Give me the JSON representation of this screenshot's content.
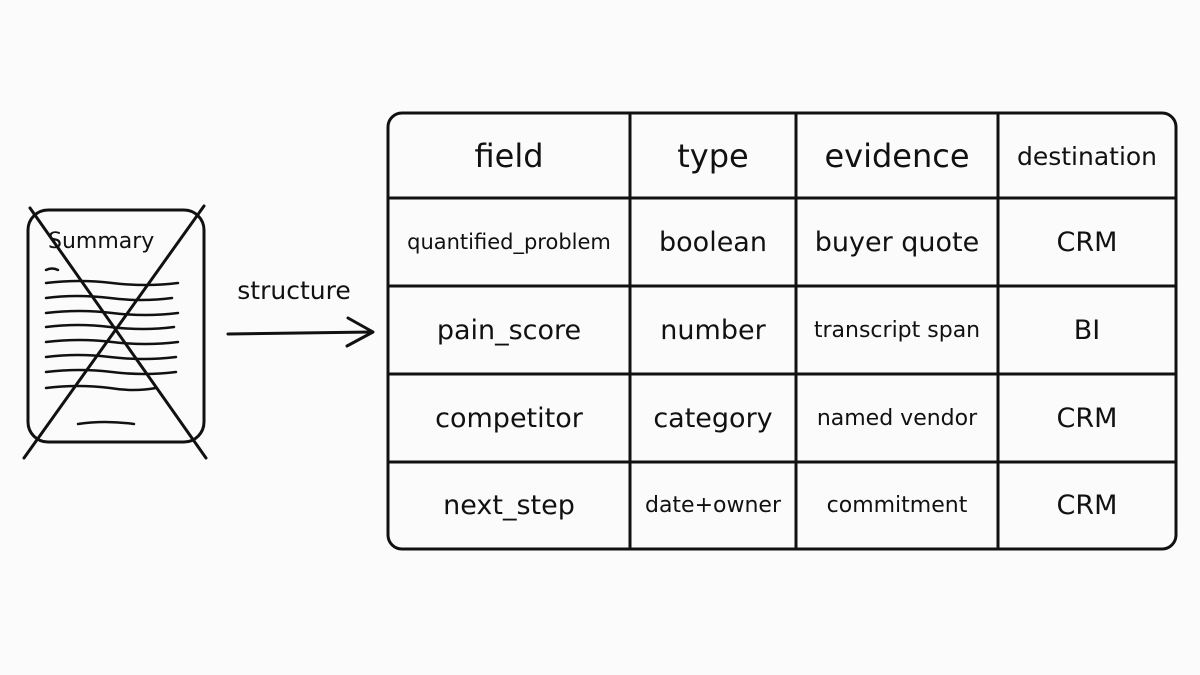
{
  "document": {
    "title": "Summary"
  },
  "arrow": {
    "label": "structure"
  },
  "table": {
    "headers": [
      "field",
      "type",
      "evidence",
      "destination"
    ],
    "rows": [
      [
        "quantified_problem",
        "boolean",
        "buyer quote",
        "CRM"
      ],
      [
        "pain_score",
        "number",
        "transcript span",
        "BI"
      ],
      [
        "competitor",
        "category",
        "named vendor",
        "CRM"
      ],
      [
        "next_step",
        "date+owner",
        "commitment",
        "CRM"
      ]
    ]
  }
}
